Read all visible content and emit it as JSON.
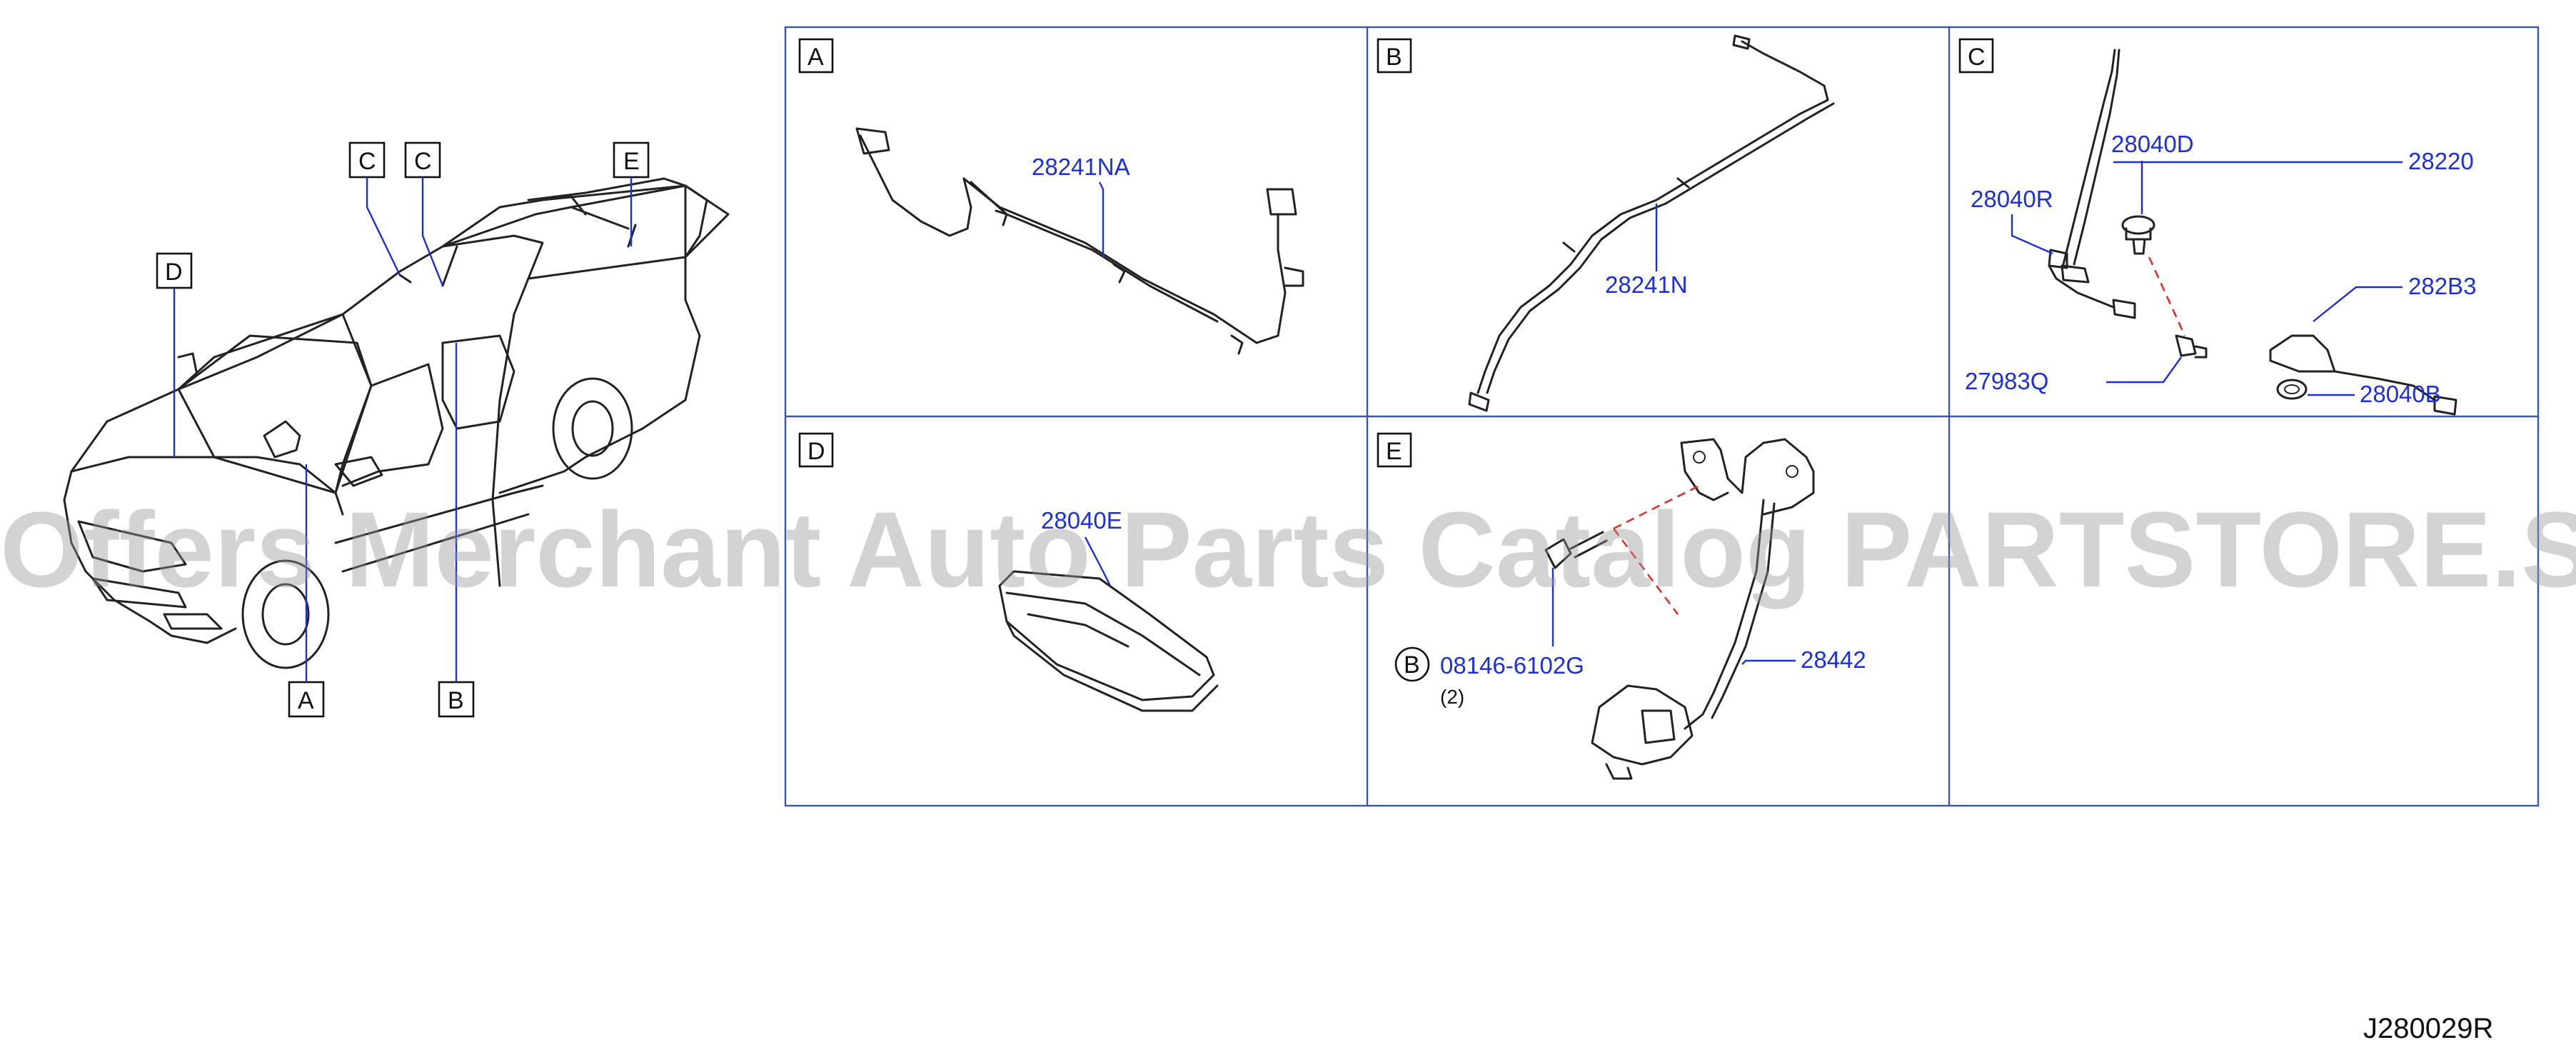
{
  "figure_code": "J280029R",
  "watermark": "Offers Merchant Auto Parts Catalog PARTSTORE.SA",
  "overview_callouts": [
    "C",
    "C",
    "E",
    "D",
    "A",
    "B"
  ],
  "cells": [
    {
      "letter": "A",
      "labels": [
        "28241NA"
      ]
    },
    {
      "letter": "B",
      "labels": [
        "28241N"
      ]
    },
    {
      "letter": "C",
      "labels": [
        "28040D",
        "28220",
        "28040R",
        "282B3",
        "27983Q",
        "28040B"
      ]
    },
    {
      "letter": "D",
      "labels": [
        "28040E"
      ]
    },
    {
      "letter": "E",
      "labels": [
        "08146-6102G",
        "28442"
      ],
      "ref_circle": "B",
      "quantity": "(2)"
    }
  ],
  "colors": {
    "part_label": "#1d2fd8",
    "grid": "#3b57a8",
    "dashed_leader": "#e0302b",
    "watermark": "#969696"
  }
}
